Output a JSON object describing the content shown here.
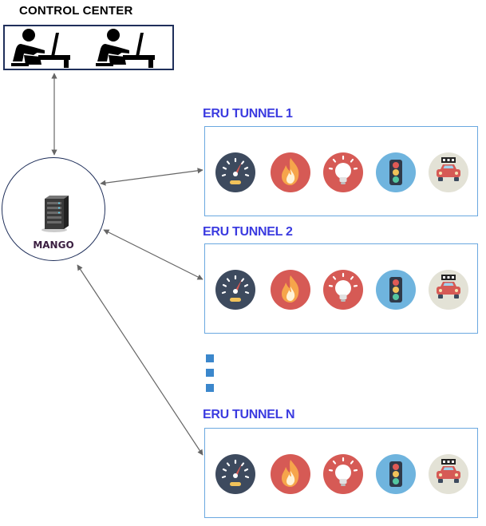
{
  "control_center": {
    "title": "CONTROL CENTER",
    "operator_icons": [
      "operator-at-desk-icon",
      "operator-at-desk-icon"
    ]
  },
  "server": {
    "label": "MANGO",
    "icon": "server-rack-icon"
  },
  "tunnels": [
    {
      "title": "ERU TUNNEL 1",
      "devices": [
        "speedometer-icon",
        "fire-icon",
        "light-bulb-icon",
        "traffic-light-icon",
        "car-counter-icon"
      ]
    },
    {
      "title": "ERU TUNNEL 2",
      "devices": [
        "speedometer-icon",
        "fire-icon",
        "light-bulb-icon",
        "traffic-light-icon",
        "car-counter-icon"
      ]
    },
    {
      "title": "ERU TUNNEL N",
      "devices": [
        "speedometer-icon",
        "fire-icon",
        "light-bulb-icon",
        "traffic-light-icon",
        "car-counter-icon"
      ]
    }
  ],
  "colors": {
    "tunnel_title": "#3b3be0",
    "tunnel_border": "#6aa8e0",
    "connector": "#666666",
    "speedometer_bg": "#3d4a5e",
    "fire_bg": "#d65a55",
    "bulb_bg": "#d65a55",
    "traffic_bg": "#6fb4de",
    "car_bg": "#e3e2d6"
  }
}
